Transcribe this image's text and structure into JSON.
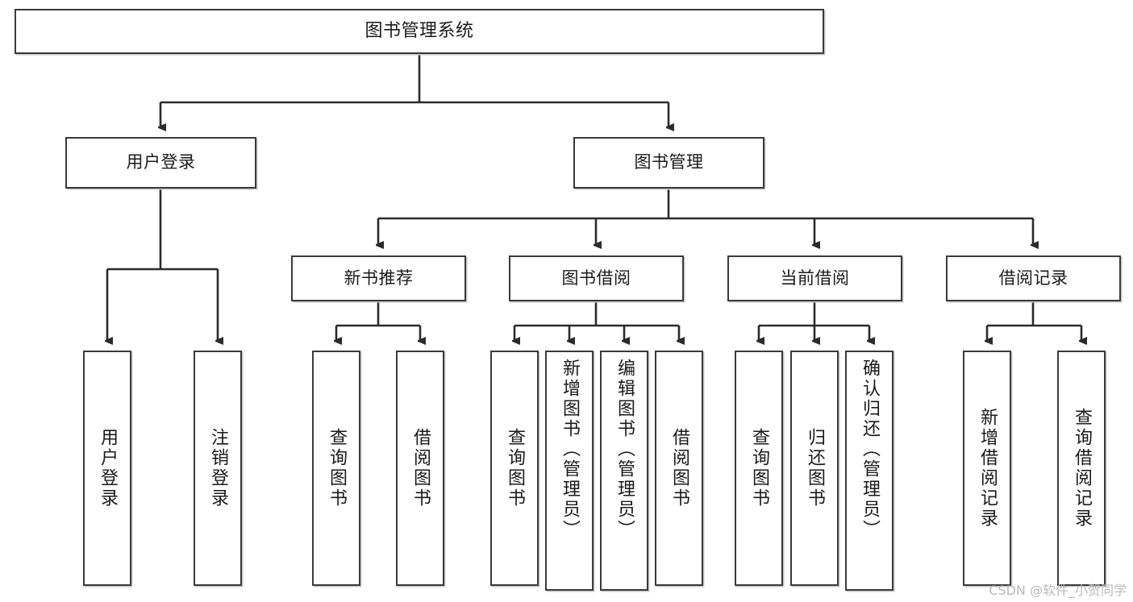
{
  "diagram": {
    "title": "图书管理系统",
    "type": "tree",
    "watermark": "CSDN @软件_小贺同学",
    "colors": {
      "border": "#3a3a3a",
      "fill": "#ffffff",
      "line": "#2b2b2b",
      "text": "#1a1a1a",
      "watermark": "#b9b9b9"
    },
    "nodes": {
      "root": "图书管理系统",
      "level2": [
        "用户登录",
        "图书管理"
      ],
      "level3": [
        "新书推荐",
        "图书借阅",
        "当前借阅",
        "借阅记录"
      ],
      "leaves": {
        "user_login": [
          "用户登录",
          "注销登录"
        ],
        "new_book": [
          "查询图书",
          "借阅图书"
        ],
        "book_borrow": [
          "查询图书",
          "新增图书（管理员）",
          "编辑图书（管理员）",
          "借阅图书"
        ],
        "current_borrow": [
          "查询图书",
          "归还图书",
          "确认归还（管理员）"
        ],
        "borrow_record": [
          "新增借阅记录",
          "查询借阅记录"
        ]
      }
    }
  }
}
